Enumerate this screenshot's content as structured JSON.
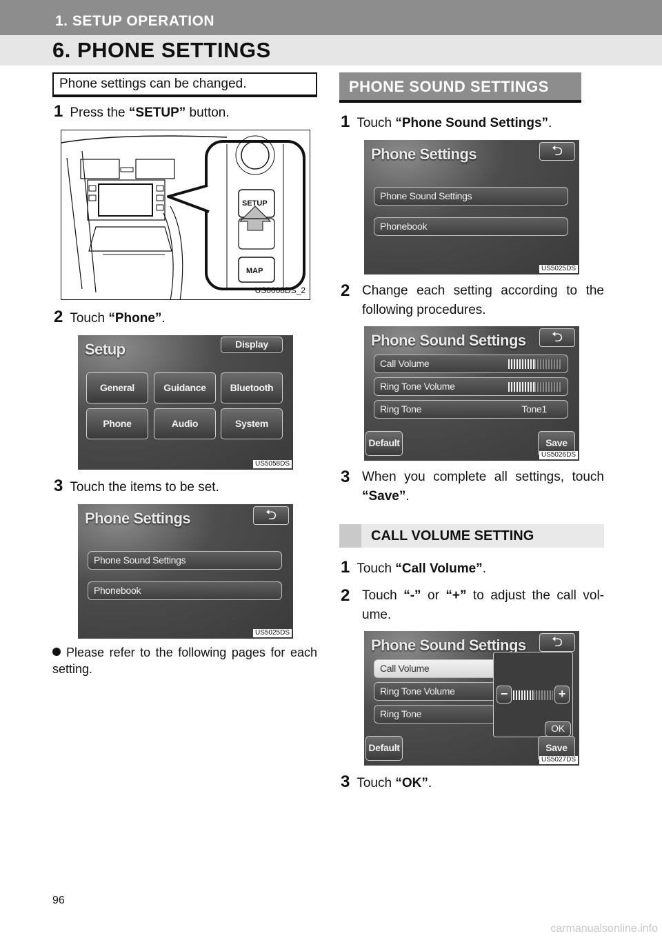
{
  "header": {
    "section": "1. SETUP OPERATION",
    "title": "6. PHONE SETTINGS"
  },
  "intro": "Phone settings can be changed.",
  "left": {
    "step1": {
      "num": "1",
      "pre": "Press the ",
      "bold": "“SETUP”",
      "post": " button."
    },
    "illus1": {
      "setup_label": "SETUP",
      "map_label": "MAP",
      "code": "US0008DS_2"
    },
    "step2": {
      "num": "2",
      "pre": "Touch ",
      "bold": "“Phone”",
      "post": "."
    },
    "setup_screen": {
      "title": "Setup",
      "display": "Display",
      "buttons": [
        "General",
        "Guidance",
        "Bluetooth",
        "Phone",
        "Audio",
        "System"
      ],
      "code": "US5058DS"
    },
    "step3": {
      "num": "3",
      "text": "Touch the items to be set."
    },
    "phone_screen": {
      "title": "Phone Settings",
      "back": "⮌",
      "items": [
        "Phone Sound Settings",
        "Phonebook"
      ],
      "code": "US5025DS"
    },
    "bullet": "Please refer to the following pages for each setting."
  },
  "right": {
    "heading1": "PHONE SOUND SETTINGS",
    "step1": {
      "num": "1",
      "pre": "Touch ",
      "bold": "“Phone Sound Settings”",
      "post": "."
    },
    "phone_screen": {
      "title": "Phone Settings",
      "back": "⮌",
      "items": [
        "Phone Sound Settings",
        "Phonebook"
      ],
      "code": "US5025DS"
    },
    "step2": {
      "num": "2",
      "text": "Change each setting according to the following procedures."
    },
    "sound_screen": {
      "title": "Phone Sound Settings",
      "back": "⮌",
      "rows": [
        "Call Volume",
        "Ring Tone Volume",
        "Ring Tone"
      ],
      "ring_tone_value": "Tone1",
      "default": "Default",
      "save": "Save",
      "code": "US5026DS"
    },
    "step3": {
      "num": "3",
      "pre": "When you complete all settings, touch ",
      "bold": "“Save”",
      "post": "."
    },
    "heading2": "CALL VOLUME SETTING",
    "step4": {
      "num": "1",
      "pre": "Touch ",
      "bold": "“Call Volume”",
      "post": "."
    },
    "step5": {
      "num": "2",
      "pre": "Touch ",
      "bold1": "“-”",
      "mid": " or ",
      "bold2": "“+”",
      "post": " to adjust the call vol-ume."
    },
    "volume_screen": {
      "title": "Phone Sound Settings",
      "back": "⮌",
      "rows": [
        "Call Volume",
        "Ring Tone Volume",
        "Ring Tone"
      ],
      "minus": "−",
      "plus": "+",
      "ok": "OK",
      "default": "Default",
      "save": "Save",
      "code": "US5027DS"
    },
    "step6": {
      "num": "3",
      "pre": "Touch ",
      "bold": "“OK”",
      "post": "."
    }
  },
  "footer": {
    "page": "96",
    "watermark": "carmanualsonline.info"
  }
}
